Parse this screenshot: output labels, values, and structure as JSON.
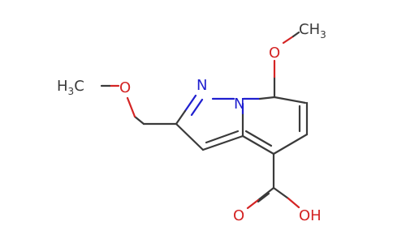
{
  "molecule": {
    "atom_labels": {
      "n_pyrazole": "N",
      "n_bridge": "N",
      "o_methoxy_ring": "O",
      "ch3_ring_c": "CH",
      "ch3_ring_sub": "3",
      "o_methoxymethyl": "O",
      "h3c_left_h": "H",
      "h3c_left_sub": "3",
      "h3c_left_c": "C",
      "o_carbonyl": "O",
      "oh_acid": "OH"
    },
    "colors": {
      "carbon": "#3a3a3a",
      "nitrogen": "#1f1fcf",
      "oxygen": "#d42424"
    }
  }
}
